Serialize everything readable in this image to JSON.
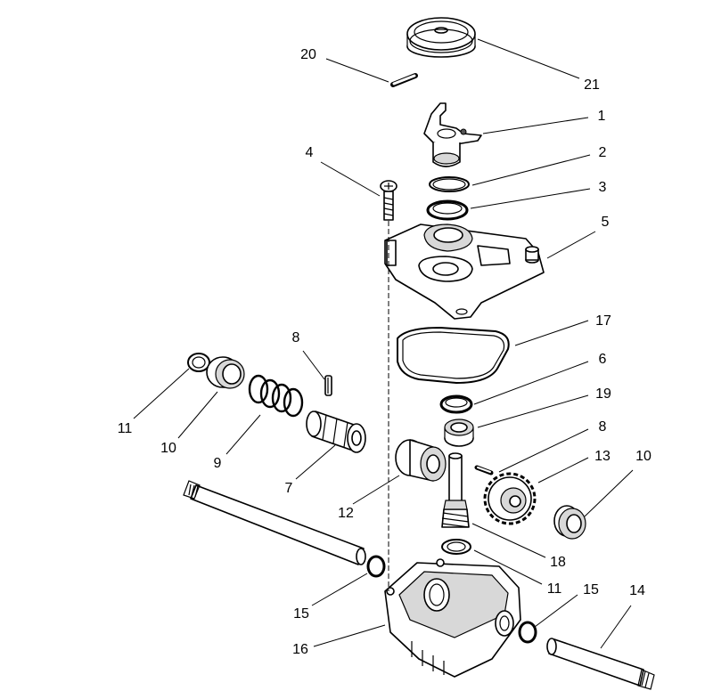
{
  "diagram": {
    "callouts": [
      {
        "id": "20",
        "label": "20"
      },
      {
        "id": "21",
        "label": "21"
      },
      {
        "id": "1",
        "label": "1"
      },
      {
        "id": "2",
        "label": "2"
      },
      {
        "id": "3",
        "label": "3"
      },
      {
        "id": "4",
        "label": "4"
      },
      {
        "id": "5",
        "label": "5"
      },
      {
        "id": "8a",
        "label": "8"
      },
      {
        "id": "17",
        "label": "17"
      },
      {
        "id": "6",
        "label": "6"
      },
      {
        "id": "19",
        "label": "19"
      },
      {
        "id": "11a",
        "label": "11"
      },
      {
        "id": "10a",
        "label": "10"
      },
      {
        "id": "9",
        "label": "9"
      },
      {
        "id": "7",
        "label": "7"
      },
      {
        "id": "12",
        "label": "12"
      },
      {
        "id": "8b",
        "label": "8"
      },
      {
        "id": "13",
        "label": "13"
      },
      {
        "id": "10b",
        "label": "10"
      },
      {
        "id": "18",
        "label": "18"
      },
      {
        "id": "11b",
        "label": "11"
      },
      {
        "id": "15a",
        "label": "15"
      },
      {
        "id": "15b",
        "label": "15"
      },
      {
        "id": "14",
        "label": "14"
      },
      {
        "id": "16",
        "label": "16"
      }
    ]
  }
}
